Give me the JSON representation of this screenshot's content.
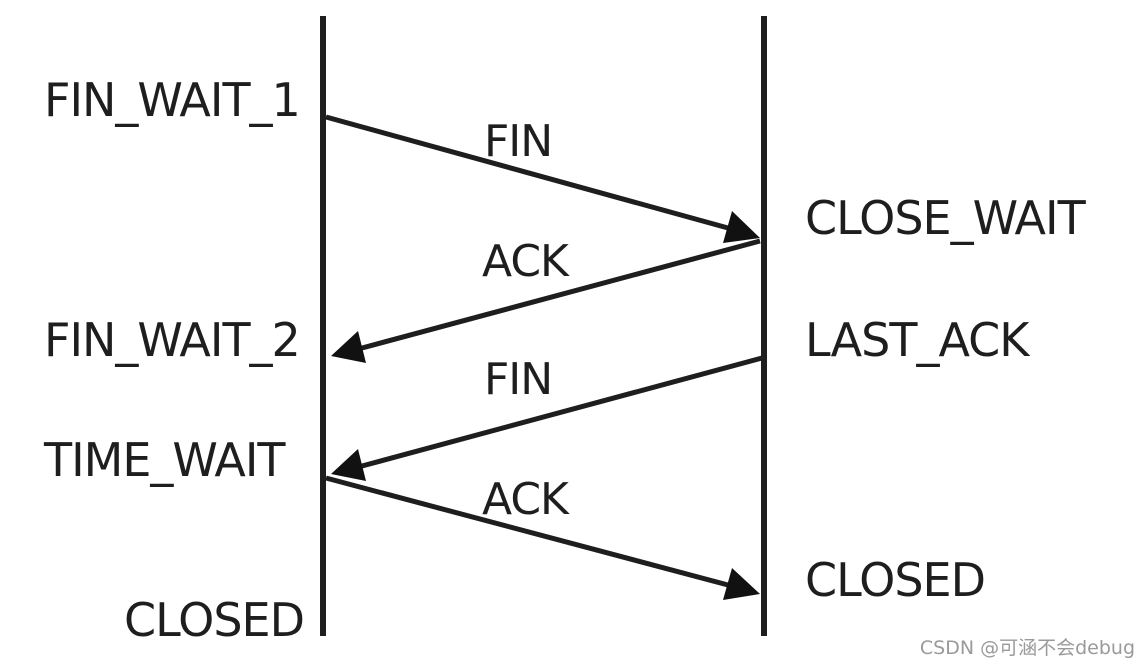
{
  "diagram": {
    "left_states": {
      "fin_wait_1": "FIN_WAIT_1",
      "fin_wait_2": "FIN_WAIT_2",
      "time_wait": "TIME_WAIT",
      "closed": "CLOSED"
    },
    "right_states": {
      "close_wait": "CLOSE_WAIT",
      "last_ack": "LAST_ACK",
      "closed": "CLOSED"
    },
    "messages": {
      "fin_1": "FIN",
      "ack_1": "ACK",
      "fin_2": "FIN",
      "ack_2": "ACK"
    }
  },
  "watermark": "CSDN @可涵不会debug",
  "colors": {
    "ink": "#1e1e1e",
    "background": "#ffffff",
    "watermark": "#9a9a9a"
  }
}
